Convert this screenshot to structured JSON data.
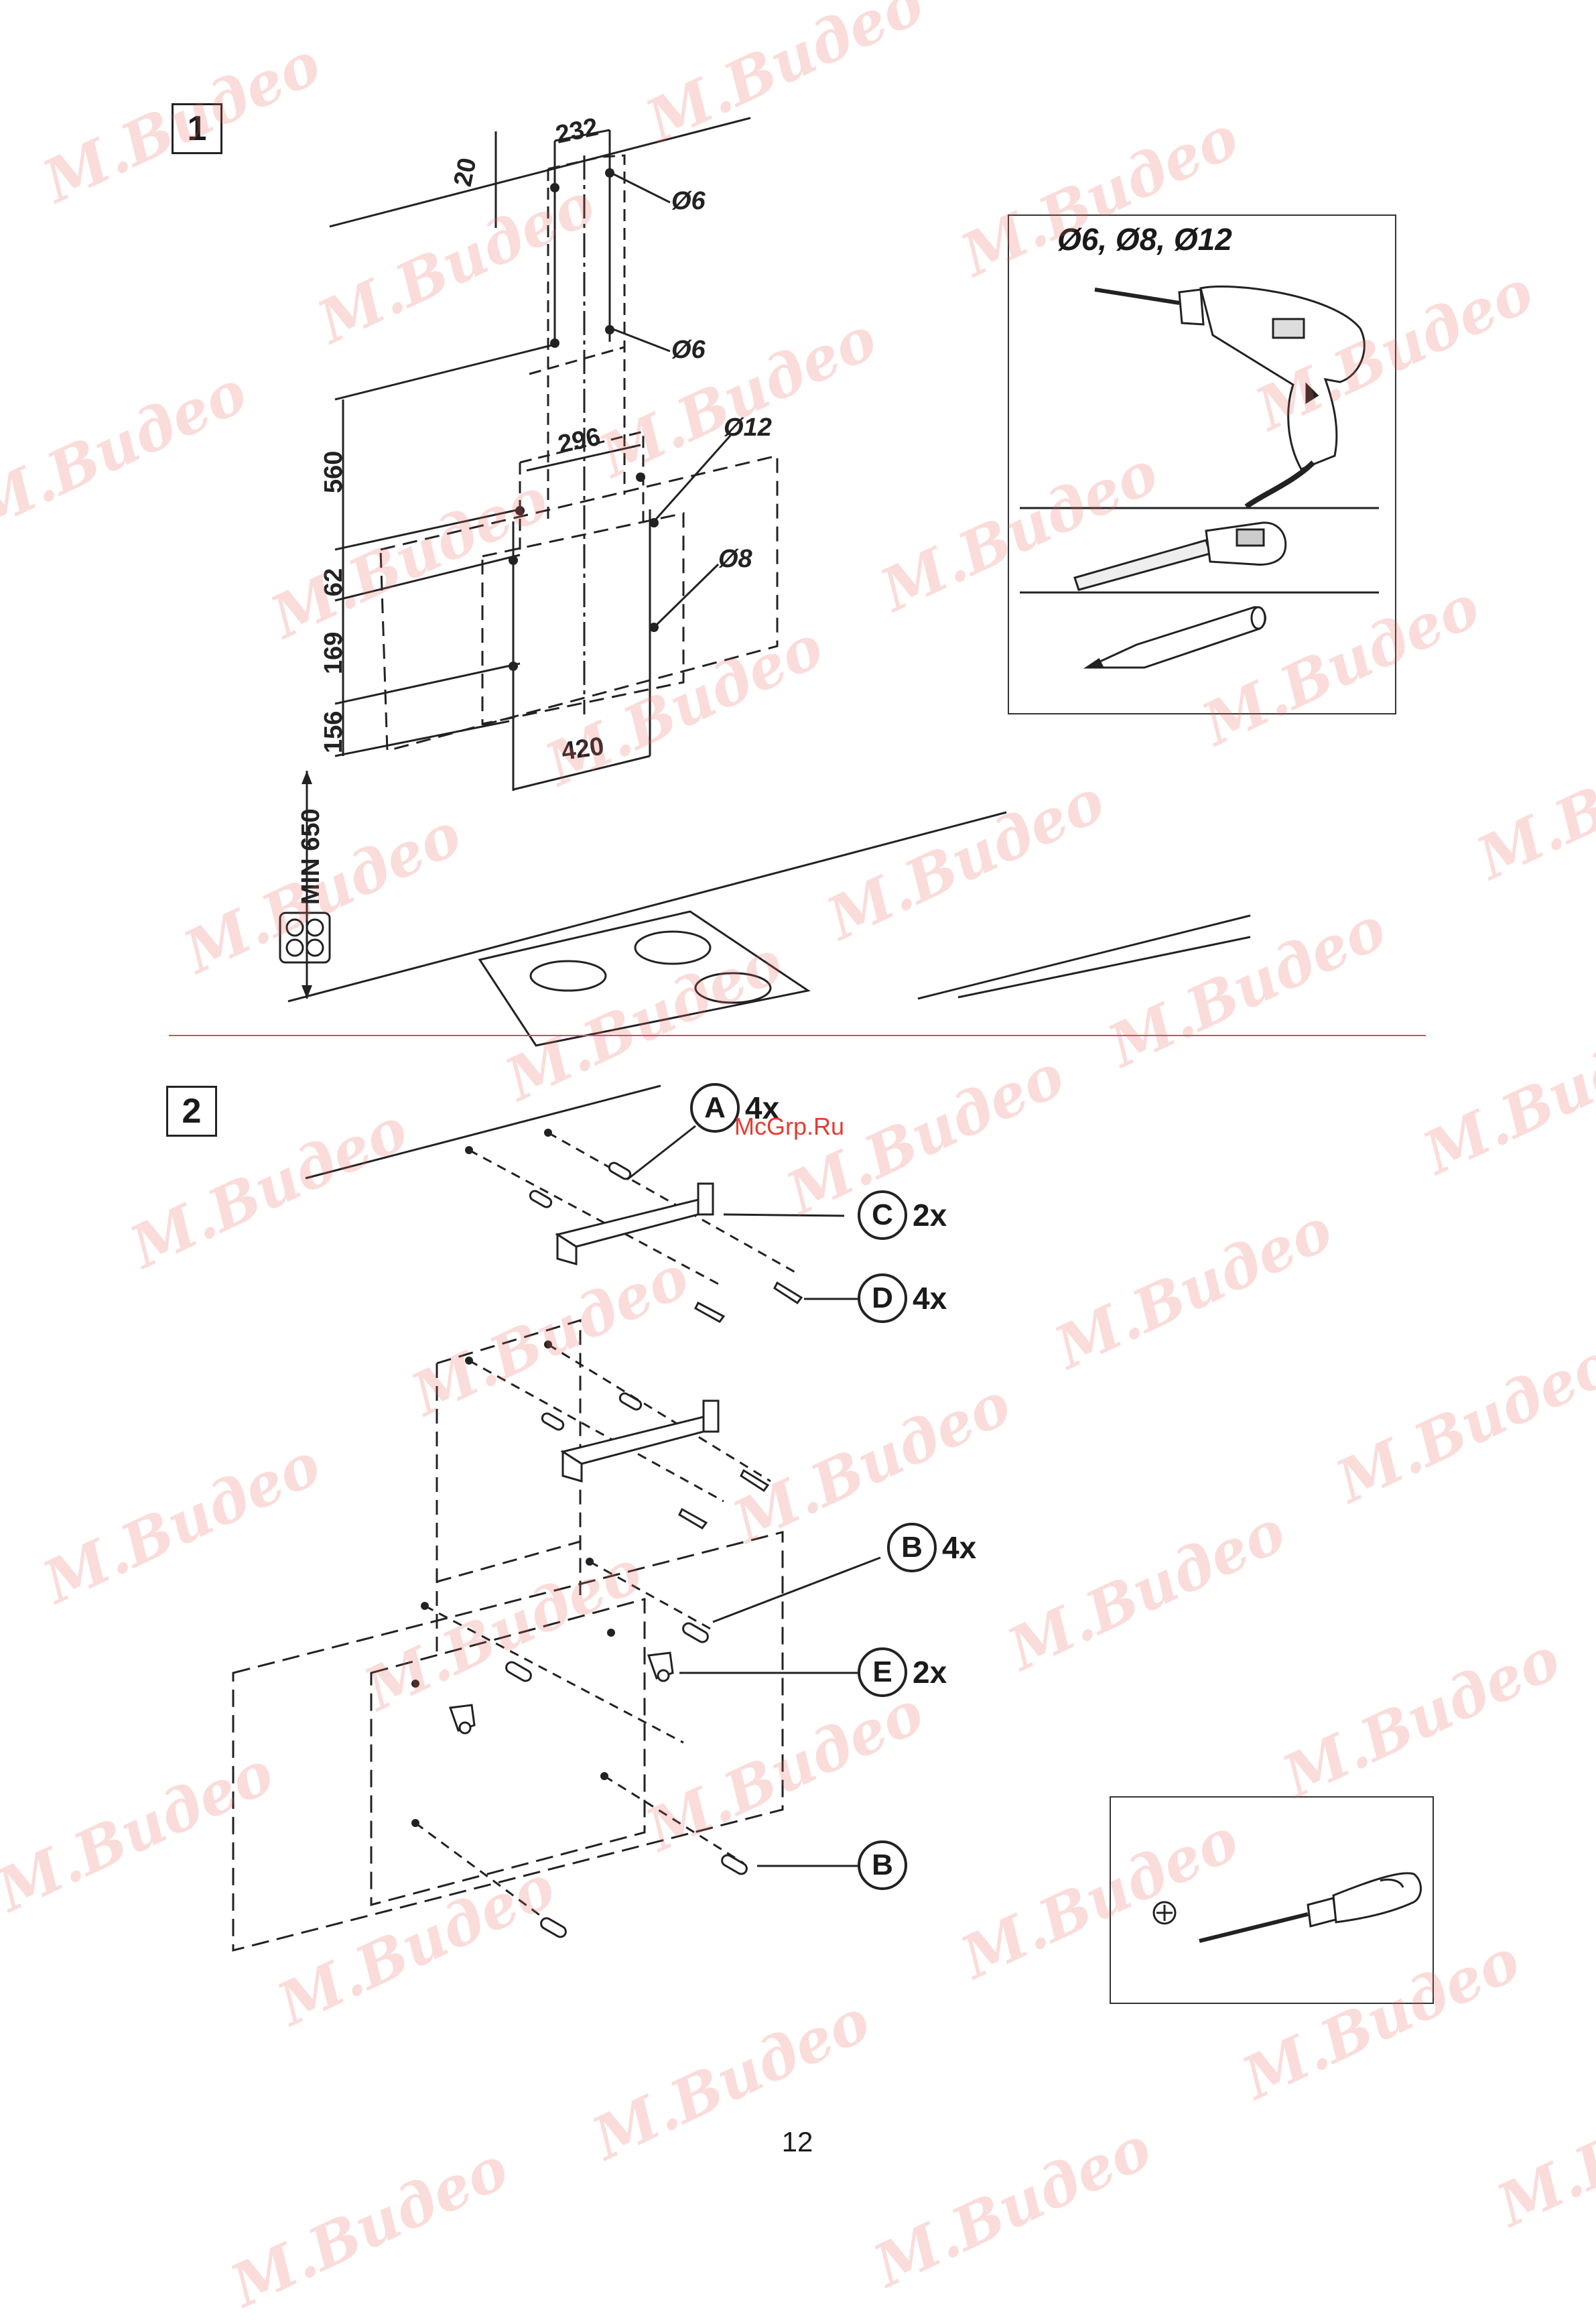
{
  "steps": [
    {
      "label": "1"
    },
    {
      "label": "2"
    }
  ],
  "step1": {
    "dimensions": {
      "d20": "20",
      "d232": "232",
      "d560": "560",
      "d296": "296",
      "d62": "62",
      "d169": "169",
      "d156": "156",
      "d420": "420",
      "min650": "MIN 650"
    },
    "holes": {
      "top_right": "Ø6",
      "mid_right": "Ø6",
      "large": "Ø12",
      "medium": "Ø8"
    },
    "tools_title": "Ø6, Ø8, Ø12",
    "tools": [
      "drill-icon",
      "tape-measure-icon",
      "pencil-icon"
    ]
  },
  "step2": {
    "parts": [
      {
        "letter": "A",
        "qty": "4x"
      },
      {
        "letter": "C",
        "qty": "2x"
      },
      {
        "letter": "D",
        "qty": "4x"
      },
      {
        "letter": "B",
        "qty": "4x"
      },
      {
        "letter": "E",
        "qty": "2x"
      },
      {
        "letter": "B",
        "qty": ""
      }
    ],
    "tools": [
      "screwdriver-icon",
      "phillips-screw-icon"
    ]
  },
  "watermark_text": "M.Видео",
  "site_label": "McGrp.Ru",
  "page_number": "12",
  "colors": {
    "accent": "#e04a3f",
    "watermark": "#e86058",
    "ink": "#222222"
  }
}
